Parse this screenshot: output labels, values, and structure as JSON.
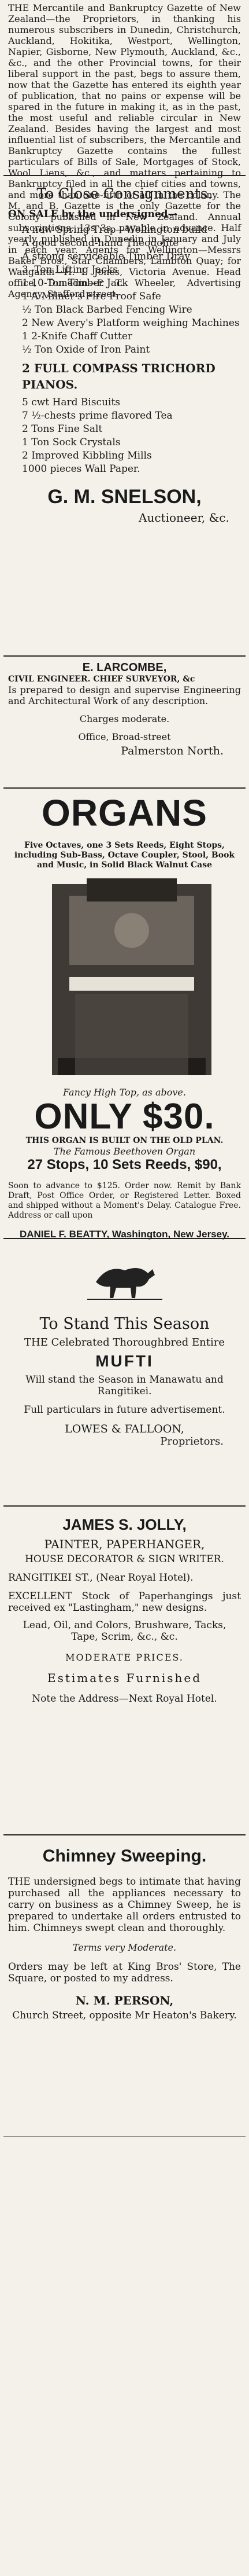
{
  "papers": {
    "intro": "THE Mercantile and Bankruptcy Gazette of New Zealand—the Proprietors, in thanking his numerous subscribers in Dunedin, Christchurch, Auckland, Hokitika, Westport, Wellington, Napier, Gisborne, New Plymouth, Auckland, &c., &c., and the other Provincial towns, for their liberal support in the past, begs to assure them, now that the Gazette has entered its eighth year of publication, that no pains or expense will be spared in the future in making it, as in the past, the most useful and reliable circular in New Zealand. Besides having the largest and most influential list of subscribers, the Mercantile and Bankruptcy Gazette contains the fullest particulars of Bills of Sale, Mortgages of Stock, Wool Liens, &c., and matters pertaining to Bankruptcy filed in all the chief cities and towns, and more than one-fifth of all in the colony. The M. and B. Gazette is the only Gazette for the Colony published in New Zealand. Annual subscriptions, 13s 3s, payable in advance. Half yearly published in Dunedin in January and July in each year. Agents for Wellington—Messrs Baker Bros., Star Chambers, Lambton Quay; for Wanganui—H. I. Jones, Victoria Avenue. Head office, Dunedin—P. T. Wheeler, Advertising Agency, Stafford street."
  },
  "consign": {
    "title": "To Close Consignments.",
    "lead": "ON SALE by the undersigned—",
    "items": [
      "A new Spring Trap—Wellington build",
      "A good second-hand Theodolite",
      "A strong serviceable Timber Dray",
      "3 -Ton Lifting Jacks",
      "1 10-Ton Timber Jack",
      "1 A Milner's Fire Proof Safe",
      "½ Ton Black Barbed Fencing Wire",
      "2 New Avery's Platform weighing Machines",
      "1 2-Knife Chaff Cutter",
      "½ Ton Oxide of Iron Paint",
      "2 FULL COMPASS TRICHORD PIANOS.",
      "5 cwt Hard Biscuits",
      "7 ½-chests prime flavored Tea",
      "2 Tons Fine Salt",
      "1 Ton Sock Crystals",
      "2 Improved Kibbling Mills",
      "1000 pieces Wall Paper."
    ],
    "name": "G. M. SNELSON,",
    "title2": "Auctioneer, &c."
  },
  "larcombe": {
    "name": "E. LARCOMBE,",
    "role": "CIVIL ENGINEER. CHIEF SURVEYOR, &c",
    "body": "Is prepared to design and supervise Engineering and Architectural Work of any description.",
    "charges": "Charges moderate.",
    "office": "Office, Broad-street",
    "town": "Palmerston North."
  },
  "organs": {
    "title": "ORGANS",
    "sub": "Five Octaves, one 3 Sets Reeds, Eight Stops, including Sub-Bass, Octave Coupler, Stool, Book and Music, in Solid Black Walnut Case",
    "caption": "Fancy High Top, as above.",
    "price": "ONLY $30.",
    "note": "THIS ORGAN IS BUILT ON THE OLD PLAN.",
    "famous": "The Famous Beethoven Organ",
    "stops": "27 Stops, 10 Sets Reeds, $90,",
    "terms": "Soon to advance to $125. Order now. Remit by Bank Draft, Post Office Order, or Registered Letter. Boxed and shipped without a Moment's Delay. Catalogue Free. Address or call upon",
    "maker": "DANIEL F. BEATTY, Washington, New Jersey."
  },
  "mufti": {
    "lead": "To Stand This Season",
    "line1": "THE Celebrated Thoroughbred Entire",
    "horse": "MUFTI",
    "line2": "Will stand the Season in Manawatu and Rangitikei.",
    "info": "Full particulars in future advertisement.",
    "owners": "LOWES & FALLOON,",
    "role": "Proprietors."
  },
  "jolly": {
    "name": "JAMES S. JOLLY,",
    "trade": "PAINTER, PAPERHANGER,",
    "trade2": "HOUSE DECORATOR & SIGN WRITER.",
    "addr": "RANGITIKEI ST., (Near Royal Hotel).",
    "body": "EXCELLENT Stock of Paperhangings just received ex \"Lastingham,\" new designs.",
    "body2": "Lead, Oil, and Colors, Brushware, Tacks, Tape, Scrim, &c., &c.",
    "prices": "MODERATE PRICES.",
    "estimates": "Estimates Furnished",
    "note": "Note the Address—Next Royal Hotel."
  },
  "chimney": {
    "title": "Chimney Sweeping.",
    "body": "THE undersigned begs to intimate that having purchased all the appliances necessary to carry on business as a Chimney Sweep, he is prepared to undertake all orders entrusted to him. Chimneys swept clean and thoroughly.",
    "terms": "Terms very Moderate.",
    "orders": "Orders may be left at King Bros' Store, The Square, or posted to my address.",
    "name": "N. M. PERSON,",
    "addr": "Church Street, opposite Mr Heaton's Bakery."
  }
}
